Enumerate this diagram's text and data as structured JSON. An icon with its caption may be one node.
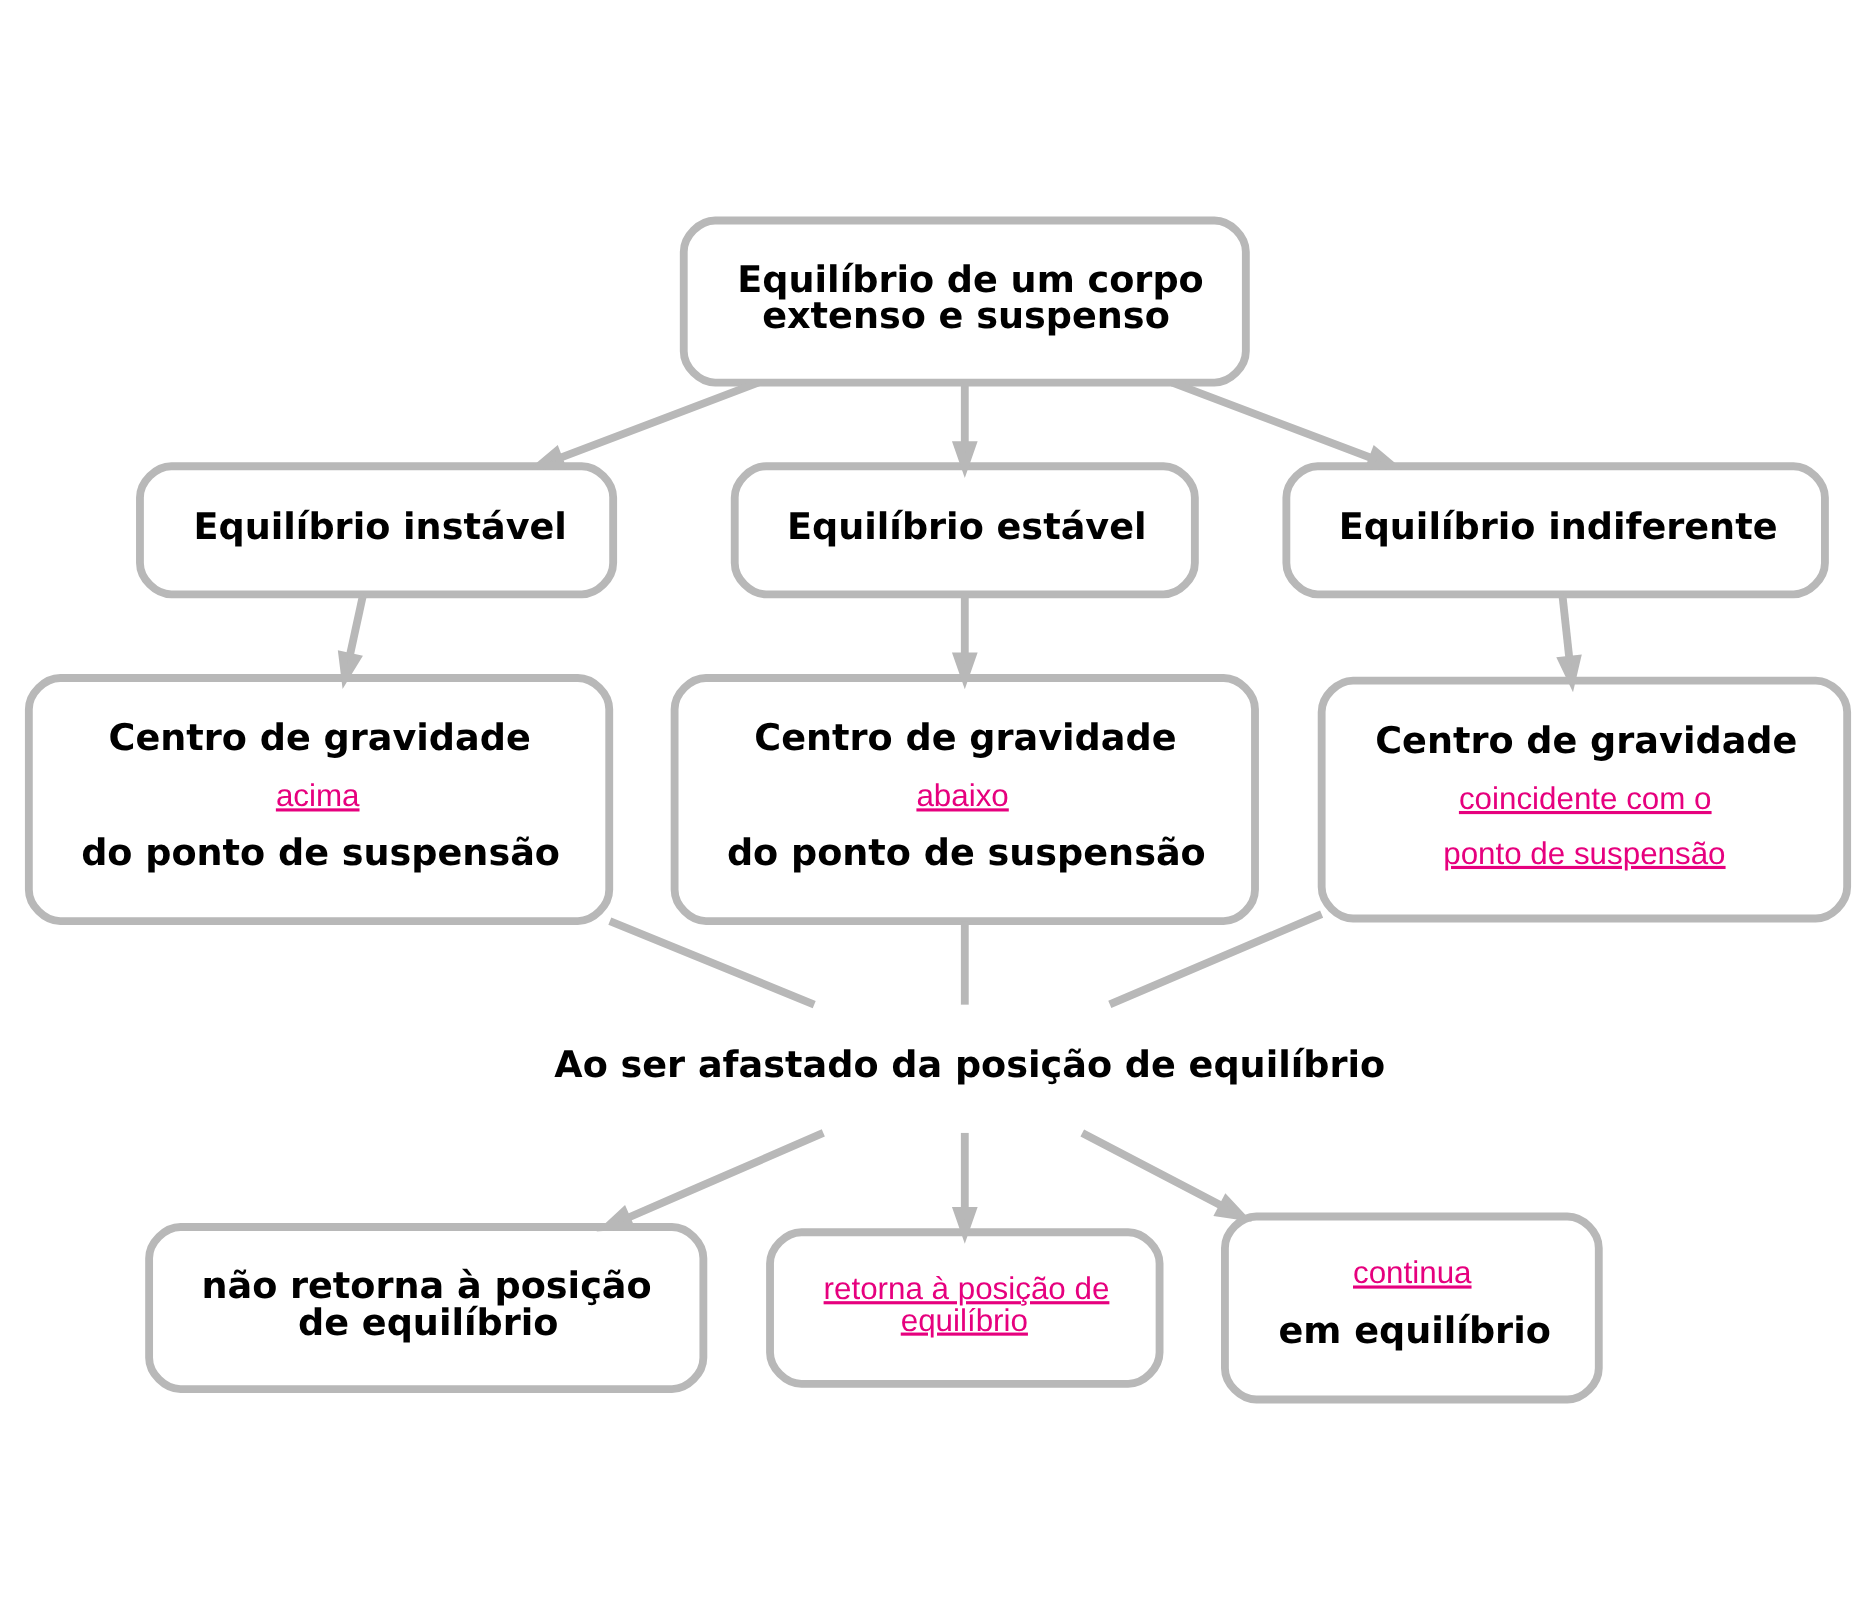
{
  "diagram": {
    "nodes": [
      {
        "text": [
          "Equilíbrio de um corpo extenso e suspenso"
        ]
      },
      {
        "text": [
          "Equilíbrio instável"
        ]
      },
      {
        "text": [
          "Equilíbrio estável"
        ]
      },
      {
        "text": [
          "Equilíbrio indiferente"
        ]
      },
      {
        "text": [
          "Centro de gravidade",
          "acima",
          "do ponto de suspensão"
        ]
      },
      {
        "text": [
          "Centro de gravidade",
          "abaixo",
          "do ponto de suspensão"
        ]
      },
      {
        "text": [
          "Centro de gravidade",
          "coincidente com o",
          "ponto de suspensão"
        ]
      },
      {
        "text": [
          "Ao ser afastado da posição de equilíbrio"
        ]
      },
      {
        "text": [
          "não retorna à posição de equilíbrio"
        ]
      },
      {
        "text": [
          "retorna à posição de equilíbrio"
        ]
      },
      {
        "text": [
          "continua",
          "em equilíbrio"
        ]
      }
    ],
    "edges": [
      {
        "from": 0,
        "to": 1,
        "arrow": "to"
      },
      {
        "from": 0,
        "to": 2,
        "arrow": "to"
      },
      {
        "from": 0,
        "to": 3,
        "arrow": "to"
      },
      {
        "from": 1,
        "to": 4,
        "arrow": "to"
      },
      {
        "from": 2,
        "to": 5,
        "arrow": "to"
      },
      {
        "from": 3,
        "to": 6,
        "arrow": "to"
      },
      {
        "from": 4,
        "to": 7,
        "arrow": "none"
      },
      {
        "from": 5,
        "to": 7,
        "arrow": "none"
      },
      {
        "from": 6,
        "to": 7,
        "arrow": "none"
      },
      {
        "from": 7,
        "to": 8,
        "arrow": "to"
      },
      {
        "from": 7,
        "to": 9,
        "arrow": "to"
      },
      {
        "from": 7,
        "to": 10,
        "arrow": "to"
      }
    ]
  }
}
